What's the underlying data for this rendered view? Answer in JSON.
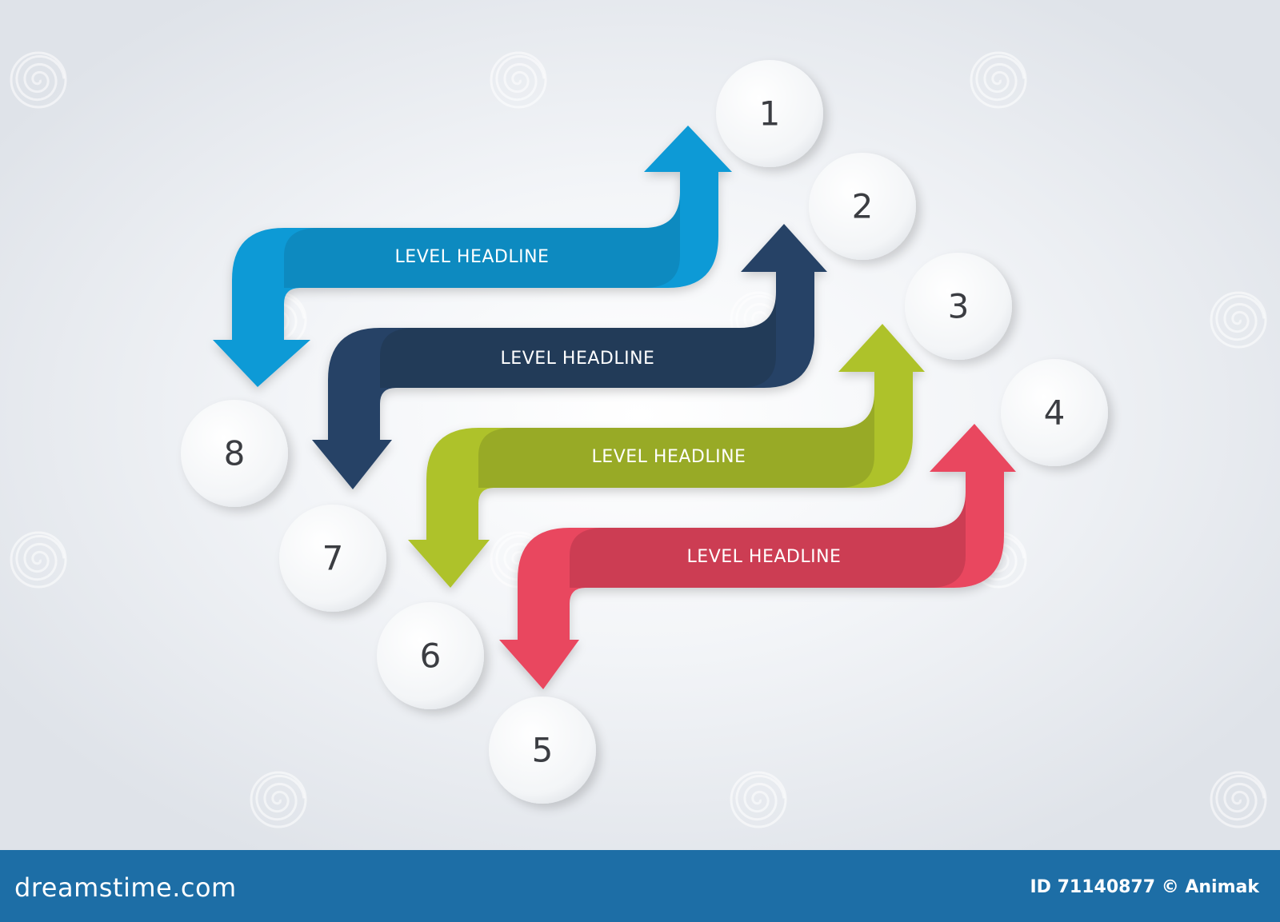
{
  "diagram": {
    "colors": {
      "blue": "#0b9ad6",
      "navy": "#264266",
      "green": "#aec22b",
      "red": "#e9465f",
      "circle_fill": "#f8f9fb",
      "number_text": "#3a3d42"
    },
    "headlines": [
      {
        "id": "blue",
        "label": "LEVEL HEADLINE"
      },
      {
        "id": "navy",
        "label": "LEVEL HEADLINE"
      },
      {
        "id": "green",
        "label": "LEVEL HEADLINE"
      },
      {
        "id": "red",
        "label": "LEVEL HEADLINE"
      }
    ],
    "steps": [
      "1",
      "2",
      "3",
      "4",
      "5",
      "6",
      "7",
      "8"
    ]
  },
  "footer": {
    "logo_text": "dreamstime.com",
    "id_text": "ID 71140877 © Animak"
  }
}
